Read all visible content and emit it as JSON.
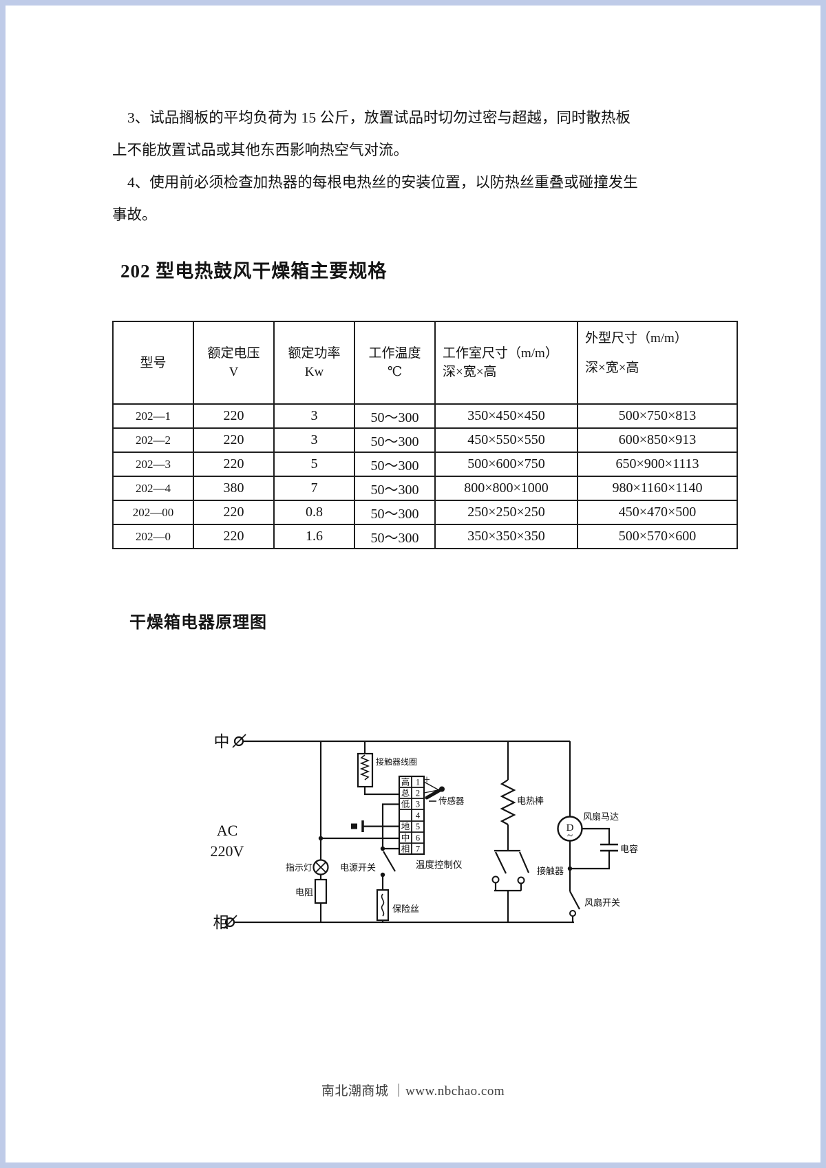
{
  "page": {
    "background": "#ffffff",
    "frame_color": "#bfcbe8",
    "text_color": "#141414"
  },
  "body": {
    "lines": [
      "3、试品搁板的平均负荷为 15 公斤，放置试品时切勿过密与超越，同时散热板",
      "上不能放置试品或其他东西影响热空气对流。",
      "4、使用前必须检查加热器的每根电热丝的安装位置，以防热丝重叠或碰撞发生",
      "事故。"
    ]
  },
  "spec": {
    "heading": "202 型电热鼓风干燥箱主要规格",
    "table": {
      "columns": [
        {
          "l1": "型号",
          "l2": ""
        },
        {
          "l1": "额定电压",
          "l2": "V"
        },
        {
          "l1": "额定功率",
          "l2": "Kw"
        },
        {
          "l1": "工作温度",
          "l2": "℃"
        },
        {
          "l1": "工作室尺寸（m/m）",
          "l2": "深×宽×高"
        },
        {
          "l1": "外型尺寸（m/m）",
          "l2": "深×宽×高"
        }
      ],
      "rows": [
        [
          "202—1",
          "220",
          "3",
          "50～300",
          "350×450×450",
          "500×750×813"
        ],
        [
          "202—2",
          "220",
          "3",
          "50～300",
          "450×550×550",
          "600×850×913"
        ],
        [
          "202—3",
          "220",
          "5",
          "50～300",
          "500×600×750",
          "650×900×1113"
        ],
        [
          "202—4",
          "380",
          "7",
          "50～300",
          "800×800×1000",
          "980×1160×1140"
        ],
        [
          "202—00",
          "220",
          "0.8",
          "50～300",
          "250×250×250",
          "450×470×500"
        ],
        [
          "202—0",
          "220",
          "1.6",
          "50～300",
          "350×350×350",
          "500×570×600"
        ]
      ]
    }
  },
  "schematic": {
    "heading": "干燥箱电器原理图",
    "labels": {
      "neutral": "中",
      "phase": "相",
      "ac1": "AC",
      "ac2": "220V",
      "contactor_coil": "接触器线圈",
      "sensor": "传感器",
      "sensor_plus": "+",
      "controller": "温度控制仪",
      "power_switch": "电源开关",
      "fuse": "保险丝",
      "indicator_lamp": "指示灯",
      "resistor": "电阻",
      "heater": "电热棒",
      "contactor": "接触器",
      "fan_motor": "风扇马达",
      "motor_letter": "D",
      "motor_tilde": "~",
      "capacitor": "电容",
      "fan_switch": "风扇开关"
    },
    "terminal_rows": [
      {
        "label": "高",
        "num": "1"
      },
      {
        "label": "总",
        "num": "2"
      },
      {
        "label": "低",
        "num": "3"
      },
      {
        "label": "",
        "num": "4"
      },
      {
        "label": "地",
        "num": "5"
      },
      {
        "label": "中",
        "num": "6"
      },
      {
        "label": "相",
        "num": "7"
      }
    ]
  },
  "footer": {
    "text": "南北潮商城 ｜www.nbchao.com"
  }
}
